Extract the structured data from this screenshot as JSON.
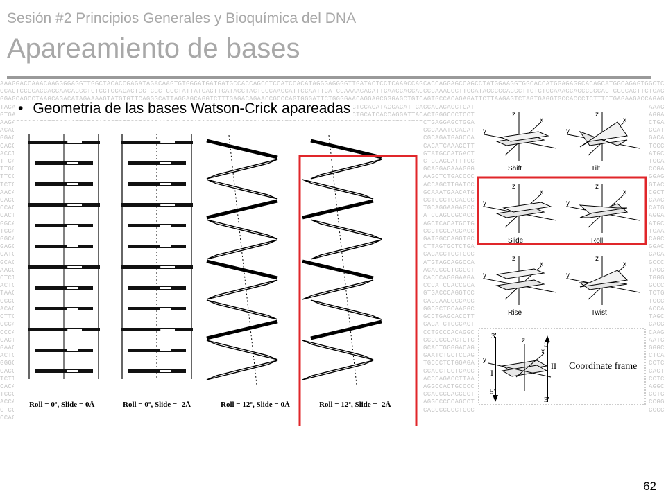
{
  "header": {
    "pre_title": "Sesión #2 Principios Generales y Bioquímica del DNA",
    "title": "Apareamiento de bases"
  },
  "bullet": {
    "symbol": "•",
    "text": "Geometria de las bases Watson-Crick apareadas"
  },
  "background_sequence": "AAAGGACCAAACAAGGGGAGGTTGGCTACACCGAGATAGACAAGTGTGGGATGATGATGCCACCAGCCTCCATCCACATAGGGAGGGGTTGATACTCCTCAAACCAGCACCAGGAGCCAGCCTATGGAAGGTGGCACCATGGAGAGGCACAGCATGGCAGAGTGGCTCCCAGTCCCGACCAGGAACAGGGTGTGGTGGACACTGGTGGCTGCCTATTATCAGTTCATACCTACTGCCAAGGATTCCAATTCATCCAAAAGAGATTGAACCAGGAGCCCAAAGGGTTGGATAGCCGCAGGCTTGTGTGCAAAGCAGCCGGCACTGGCCACTTCTGAGGGAGCAGCCTAAGCAGACATAGAAAAGTATGTGTTCAGGGCATTAGGAGCAGGTCTTTGAGACAGAACCGCCCAGTGGGATTCTGGGGAACAGGAGCGGGAGCTGTCAGTGCCACAGAGATTCTTAAGAGTCTAGTGAGGTGCCACCCTCTTTCTGAGAAGACCAGAGTAGAGGAAGCCCCTGCTTTGGCTGTCTTGAGTCATTGGAGAGAGATCTTGCAGTCCCTGGAGGTGGAGTCCAAGGCAGTGAGAGCCATTGTCCACATAGGAGATTCAGCACAGAGCTGATGTAGGCAGTGGCTCCAGGCGTGAGCAGATTCAGCCTCTCCTCAGAAAGGTGATGGCACAGGTTTGCTGGGTCTGGGTGTAGGCCACTCGAGACAGAGGATCTGCTTCAGAGAGGAGCCCAGCCAGCCCTCCAGATACCTGCATCACCAGGATTACACTGGGCCCTCCTCAGCTAGATGGGCTGAGTGCCCCATGGACCAAATTCTCTCCCTGAGGAAAGAGCCAGATGTTCAGAATTCTCCAGCCTCTTCCTCCAGAAGAGACCCAGAGGCCACCACATGCAGCTCTATGGAGACACACCCACCCACCCGTGCTGCTCAGTCTCTGAGGAGCTGGAGGAGAGGATGAGGTGGGCGGCATCAGCCTGGCTCTCTTCCCAGCCTGAACAGAGACGCTCAGGCACAGAGAGCTCAGGATGGGTGGAGCAGCCCACAGCCCCAGCCAGTGACCACAGGATGTGGGTGGGCTCCCCATCATTCCTGGGGCATCTCTGGCAAATCCACATCTCCTCACCCAGCAATCTCAGCATCCACAGCTCCTGGGCAGAGGGCATGGAGCAGTTCTCAAGATCCTAGGATGAAGGCCTTGGGATCCACAGATGACAAAGCTCCTCTTCCCACAGCTAATGGTGCAGACTGTGACCTGGGAACCCACACTGCCCGCAGATGAGCCAAGGGCACCCATCCTGGGCCCACTGGGGACAGCCAGCCACCCATAGACACAGGGCAGGCTAGGGTGGAATAGCAGTTCCCCTTCTCCCAGATGGTGGGGAAGGAGACCACGAGCCCCATCGGGAGGAAACATCTGGCCCTGATGGAGAAGTGCCGACAGATCAAAGGTTGCAACAGAGCATGAGGAGATCCCTGCAAGGTCACCAGAGGTCTGTGCCACCTGTCTATGGATGCCATCTCCCAGGCCCTGCAGTGGGAAAGCGGGAGTCCTGTGGCATGCCCAAGGAAATTTCTTAAGGTTGCGGGAACACATTCCAGCCAAGGGGTATGCCATGACTAGTGGAGCCCACTGACACTGTGCCTCCATGGCCATGGACCTGTCATGCTTCATAGGGCAGATGGCCAGGTTCTGCTGTGGGGCTTTCAGGGGTAAGGCAACTTCCACCCTTCTGGGGAGAAACTGAAGACCACTGAGTTACTGTCTATTGCCCACCTGGAGCATTTCCCAGCCGGAGGCTTGGCTCTAAGGAGTAGTTCCCTGCAAGCCCTTTCCATTGGGACTCCCAACTCCAAGGAGCAGGCCTTCTGCTTCACAGGCTCCAGTTACTGGACGCTTGAAAGGCCAGGCCCATTCTTATCCACTCCAGCTCCAGGGAGGCCAGCAGGAGAAAGGGCCGTCTGGGAGGCTTCCTCCTGACCCCTTGCTGAGTTAGAAATACCGATTCCGGCCTCCAGGCCTTGAGTGCCCCAGAAAGAGCTGTGCCTCCCCAGTGTCCCAGCCCAGCAGGTCCTCGGCAGTTTTTCACCAGGGTGTCCAACACTATTCCCCAAGCTCTGACCCCATGGCCCCCTGCACGTACTCACAGCTGAGGGACATCCAGGAGGAGGAGTCTGAGAAGGAGGACTTAGAAGGCCATGAGACCTGAGTTGAACAAGACACTGGAATGACTTGAGCTATTTGCTAAGGGATTACCCTGGAATCGATCCTTGGGAGAAAACCAGCTTGATCCCCACAATGTCACATCTTGTCCTCCGCAGGCTGAGGCCAGCCTGGGTACAACAGGCTACACCCAGAAGCTGGATGTGTGGGCATCCCCAAGGTGGCTGAGGACTTGGGCCCAAGGCAGAGCACATTCTGTCCTGAGGAGGACAGACCAGGTGCATGGCAAATGAACATGGTAGGCTGAGGCTGGTTGAAGACAATAAACAGAGGCCCTGGGCCCGCTCACCTGCAGAAGCCAGCAGCCAACACCCAGAGCCTATTCCGAGAAGGGAAAGGGACAGCAACTTAGGGATTCCTGAGCTGGAGAGCCCAAGCCTGCTTCCAGATCCTCCTGCCTCCAGCCTACCCTCCACACCTTCCTCCCAGGCACTGATCAACTTTGTCGAACAACCCACCCCTCTCAAGTCCAGAGGTGGCACCCACAGGAGAACCAAGGGCATTGGCAAGAAGACAGCAGTCATGGCCGAAGGTACAGCCGGGTACTCCTGCTCTGGGAGGTGCAGGAAGAGCCAAGGCTCTGGGCAGGAGGGCTTTGAGCTGCTGGAAGGGATGTTCCATGCACTCCTAGGTCCAAGGACAGGATAGCCTCTGTGACCAGGCCACGGAGATTAGCCAGAGGCACAGGGCAGAGAAGGACTCAGCAGATCTCTCCCCAGCTCGAGGCTCATCCAGCCGCACCAGCGAGCAGGCGGACAGCAGTGTGAACCAGGCTGTGGAAGGTGCAGGAGGCATGGGCTCCCAGGCCTTCTTGAGCAGCCAAGAGACCTGCTAAGCTGAGTTCCATCAACCTGGACCCCTTGTGGGACGCAGATGTACCCTCACTGGCCTCCTGGAAGCTCACATGCTGGCCCCTCCAGCTGGACCTGACCATGTATCTTGACCAGGCCCAGGATGCTGGAGAGCCAAAGGGTGGCCCCCTCAGACAGTTGAGCCCACCCTTGGGCCAGCTGCCCTCCTCCCCACAGGATCCTGGACTTCACCCACTCAGGCAGCCATCATAGGCCCTGCGAGGAGCTCCTCTTCAAGGCGGCCCCTGGTGCGAAGCTTGAGCTTAGGAGATGAAGGCAGCACCCAGGCCACAGATGTCACTTCAGGGGCCGAGGCCAGCGATGTGACAGCAGCCAGGAGGAGAAGCCCACAGACCTGGCCCTGTCTTTGCCTTTCCAACCCGATGGCCAGGTGCAGCTATGCGAAGCATTCCTGACCAGAGCCAAGGAAATGCAGACCCAGCGAGGCTCTGGCAGATGCCCCTTCCAGGCTCACTGCTCAGTTGCCCTTAAGAACCATGCAGGGCCCAGCTCCCTCACCTAGCCAGGCACCCTCCACGAAAGGGACCTCCTTAGTGCTCTGAGACAGGGTCAGGAACAATGCTCTTACAGAGCTTTCCTAGATGCAGGACCATCTTAGCCCTCACTCAGGCACACATCCCCTGAAGGCCACGTCTGGAGAAAGCTGCCACAGATGAGGCAGCCAGCCTCTGGCTGCCTGGTGCTTAGGGACCCAGCCCAGAGCTCCTGCCTTCTCCTTCAGGCCTGTTATGCTGCTCAGACCCTGGAGCGGAATGAGAGCAGTGTTGACCACAGCAAGGTGCCCGTGAAGCCTGACCAACAACGGTAGCACCCGCCAGCCAGCCCCTGGACCTGCACAGGGGAGTGTTGTGCAAGCCTTGGGAAGATGTAGCAGGCCAGGCGGGACCCACAGAGCAGTTCTGGGCATCCCTCTCCCCACAGAGCCCAAGGCTGAGGAACCGAGCGGGACATCCCAGCCCTGGGGCAGCCCCAAGCCTAGAGCCCCTGCTCTACCCCACAGCTCAGATGAGGCCAGGGCATTCCCTTCCTAAGGACAGGCCTGGGGTGTTCAGGAGTCATGGCCTGCAAGGCTCCAGGCAGAGATCCACTGTAGGCTCTGGGCAGCATCCCTGTACATCCTACTGCAGATGTGAGCGCTCGCCTCCTCCCAGGCCACTGGCCAGATAGGCTGGGCAGGCCAGGGGCTAAATTTGGGCCTCCCCACCCAGGGAAGAGCTTCCTGACTGAAGCCTACAGAGTCACCCAACCTGAGCCTGTATGGGACTCTGGACCTCCCACAGCCCTAGCCTGCAATCAAGGGAGCATGGGTTGGCCCCTGAGTCTAGCAGGACCTTAGGGGCAGTAGGAACTCTCCCTCCATTCAGACTCTCCCATCCACCGCAGGGCCAACAGCTCTAATGCTAATGAGAGCAGCCCAGAGGCTAGAGCCCTAACATGGATGAGAGGTTCCCACTGCCTCCACTCCCTGGCTGCTTCCAGGCCCACGCAGGAGAGGCCTGGAGCTTCTGCCCACTCCCAGTCCCTGCCCCTAGAACCTGTGACCCAGGTCCCAGAGCCACACCTGGCAGCCCTGTGAGATCAAGCAGCCTCTGGCTCTGCGGCAGCTCCTCCAGACCCCAGGCCTGCCCTAGGTTTCTGGAGGACGGTGCCCAGACAGGAAGGAAGTCTGGCAGGAGTTTGACCCCACAGGTCAGAGACCATGCCCCAGGAAGCCCAGGCCAACGGGCTCCTGCCCAGTCCACGCCCCTCGCCACCTCTGGGCTCCCACACCCCATCAGGCCTGGAGAGTGAGGAGCCTGAGTCTTCAGGCACCCGTGCAGAGCCCTGAGGGCAGTCCTGGCCGGAAGGCCCCAGATGAGCTGACCTGAGCATGGGCGCTGCAAGGCACCTGGCAGCAGGACACCAAGCCCTGGCATGGGACGGACAGAGTACCACTTCCAGGCCTGTCCCCAGGGCCACAGGAGACAAGGACTGATGCAGCCAGGGGGACAGAGCCTTGGCCAAGCAGCTGGCACAATCCCTTCCTCAGAAACCCCCTGCAGCCTGAGCACCTTTGGCCATTCCCACCAGCCCTGAGGACAGCACCAGCCCCAGGCCTTAGCCCCATCCAGCACTAGAGCCCCAGAGCCCAGGCCCTAGAGGCAGGACCTGTCTGCCTGGGAGAACTGCAGGGGACAAAGCCCCTTGAGGCACTTAGGGCAGGCACACTGAGATCTGCCACTCCTCTGGGCCTTCCCACCAGCCAGGCCTACCCCCATGTCCCAGGCAGGCCCATCACCCCACTGCCTCCTGTCCAGCCTACCATCCCCCAGCCCAGGTGTGGCTCCACATCCACTCATCCCCACCTACACAGGGGTCCCAGAGGCTCCACCCACCTCCTGCCCACAGGCAACCACCCCCTCCTTGCTCCCAGGTGCAGCCCAGGGGAGGGCCTCAAGCACTGCCCTGCCCAGTACCCAGTAGTTCCAGCACCCTCCCAGGTGCTTTGCACAGAGGAACACAGACACTCAGGAGCTACCTGCTGGAATGGCCCAAGGCAGGCAGAGCCCCCCAGTCTCAGGTGGCTTGGCTCACACAGCCCTGCTCCGGAGCAGAGGCCTACAATGGAACCCTGGTCCCAGCCACGGTGTCATCATCCACCATGCCACAGGCCCTCCTCCCACAACCTAGGCTTCCCTGAGCCTCAGCCACCCCCGGAGGCCCCGTCACTGAGGCACTGGGGACAGCAGGGAGGGCAGGCCAGGTGCCCCTGAGGGCCCAACAGGCCAGGGGGCACTCACCTGTCCCAAAGCCCCTCCCCCAAGCTTTCCACCAAAGGGCCCGCATGCCCAGCCCCTGGAATCCCCCAGCCTGCAGGCCCCAAGCCTCCCCGGAGCCCTGAGAATCTGCTCCAGCATGCAGCACAGCACCCAGCATGGCACAGCTCCAGCCCTCAGCTCTCAGGGCCCCCTCCCAGGCTGGCTTTCCCCGAAGGATTGACCCCCACATGCTCTGGACGCCTCAGGACGCTACTTGCTCACAGTGTCTCAGGTGGGCACCTGCTTCCAGCTGCCCTCTGGAGATCCCCAGACCCCCAGCCGAGGGAGGGGTGCTCAGAACCCTGGGTCCTCCACCCAGCTCCCTCTGTCACCCCTCCCCTGGCGCAGTGCAGAGACAACTGCCTCCCTCCTCCCACAGGCCCTTCCTCCGCAGCCTCTCAGGCCACCCAGAACCCCCGGCAGCTCCTCAGCATCCTACAGGTGCTCCACGGGGCTGCAACCACTCACACCTTCCCCAGTTCTTCAGCAGAGACCACCCTGGGAGAAGATGCTGGGGAGGGTCAGCAGCCTCTCTGAGCCTCCTGCACCCACTGTACCCTGCCCACCCCCTCAGCCCTCAAGGCAACACCCAGACCTTAAGGCCTCATTCCCCTTCCCTGAGCCAGCCACCAAGGCCCAGGTGGCCTCCACAGGAGGGCCTTCCCTGCTGCTCTCCTGACTCAGGCACACACAAGAAGCCCCAGCCAGGCCACAGACCAACAGCCTTCACCTGACTGCACCCTGCCCCAGCCTCCAGGCCACTGCCCCAGGAGCCCCTCCTGGAAGCCCACCATCCTCAGGCCCCAGCCCTCAGGCTCCCCACAGCTCATCCTGATCCTGCCTCCACATGCTCAGCTCATTCCCACCCTGGAGCATCCCCAGCATCTGCTCACCTCCTCTGCTTCTTCCCTCCCCAGGCTCACCCAGGGCAGGGCTCAGGCCCAGCCTTCCTCCTCTCTTCCCCAGCGTCCTCACAGGGCCCTGACCACGGCCCAGCACAGGCCAGGTCCAGCAGACTCCCAGGGACCCACAGCCCTGCCTGGCCCCCATCCTCAGCCCAGGCCTTCCCCTCAGCCCTGCCCTCCCTCCACAGGCCCCCAGCCTGCACAGGAGCAGCCTCTCCACCTTCCCTCCCCACACCCAGGGCCCCGGCTCCTCTGCCCCAGCCCACCCTCACCCAGACAGCCTGGCCCTTGGCCTTGGCCCAGCCCACACCCTGCCTCGCAGCTCACTCACGCAGGCCAGGCCCTCCTAGGTCCCAGCGGCGCTCCCTGGCCCCACAGCCCCATCCAGGCCCCGCCCAGGAGCCTCCCCGAGGCCCCAGTCCCCCGCCCCGCCCCTACAGGGACCCCAACTCCACGGCCCCACGGCCCAGGCCCCAGGCCCCCACCCCAACCC",
  "figure_left": {
    "captions": [
      "Roll = 0º, Slide = 0Å",
      "Roll = 0º, Slide = -2Å",
      "Roll = 12º, Slide = 0Å",
      "Roll = 12º, Slide = -2Å"
    ],
    "highlight_color": "#e0262a"
  },
  "figure_right": {
    "panels": [
      "Shift",
      "Tilt",
      "Slide",
      "Roll",
      "Rise",
      "Twist"
    ],
    "axis_labels": {
      "z": "z",
      "x": "x",
      "y": "y"
    },
    "coordinate_frame": {
      "label": "Coordinate frame",
      "top_left": "3'",
      "top_right": "5'",
      "bottom_left": "5'",
      "bottom_right": "3'",
      "strand_left": "I",
      "strand_right": "II"
    },
    "highlight_color": "#e0262a"
  },
  "page_number": "62"
}
